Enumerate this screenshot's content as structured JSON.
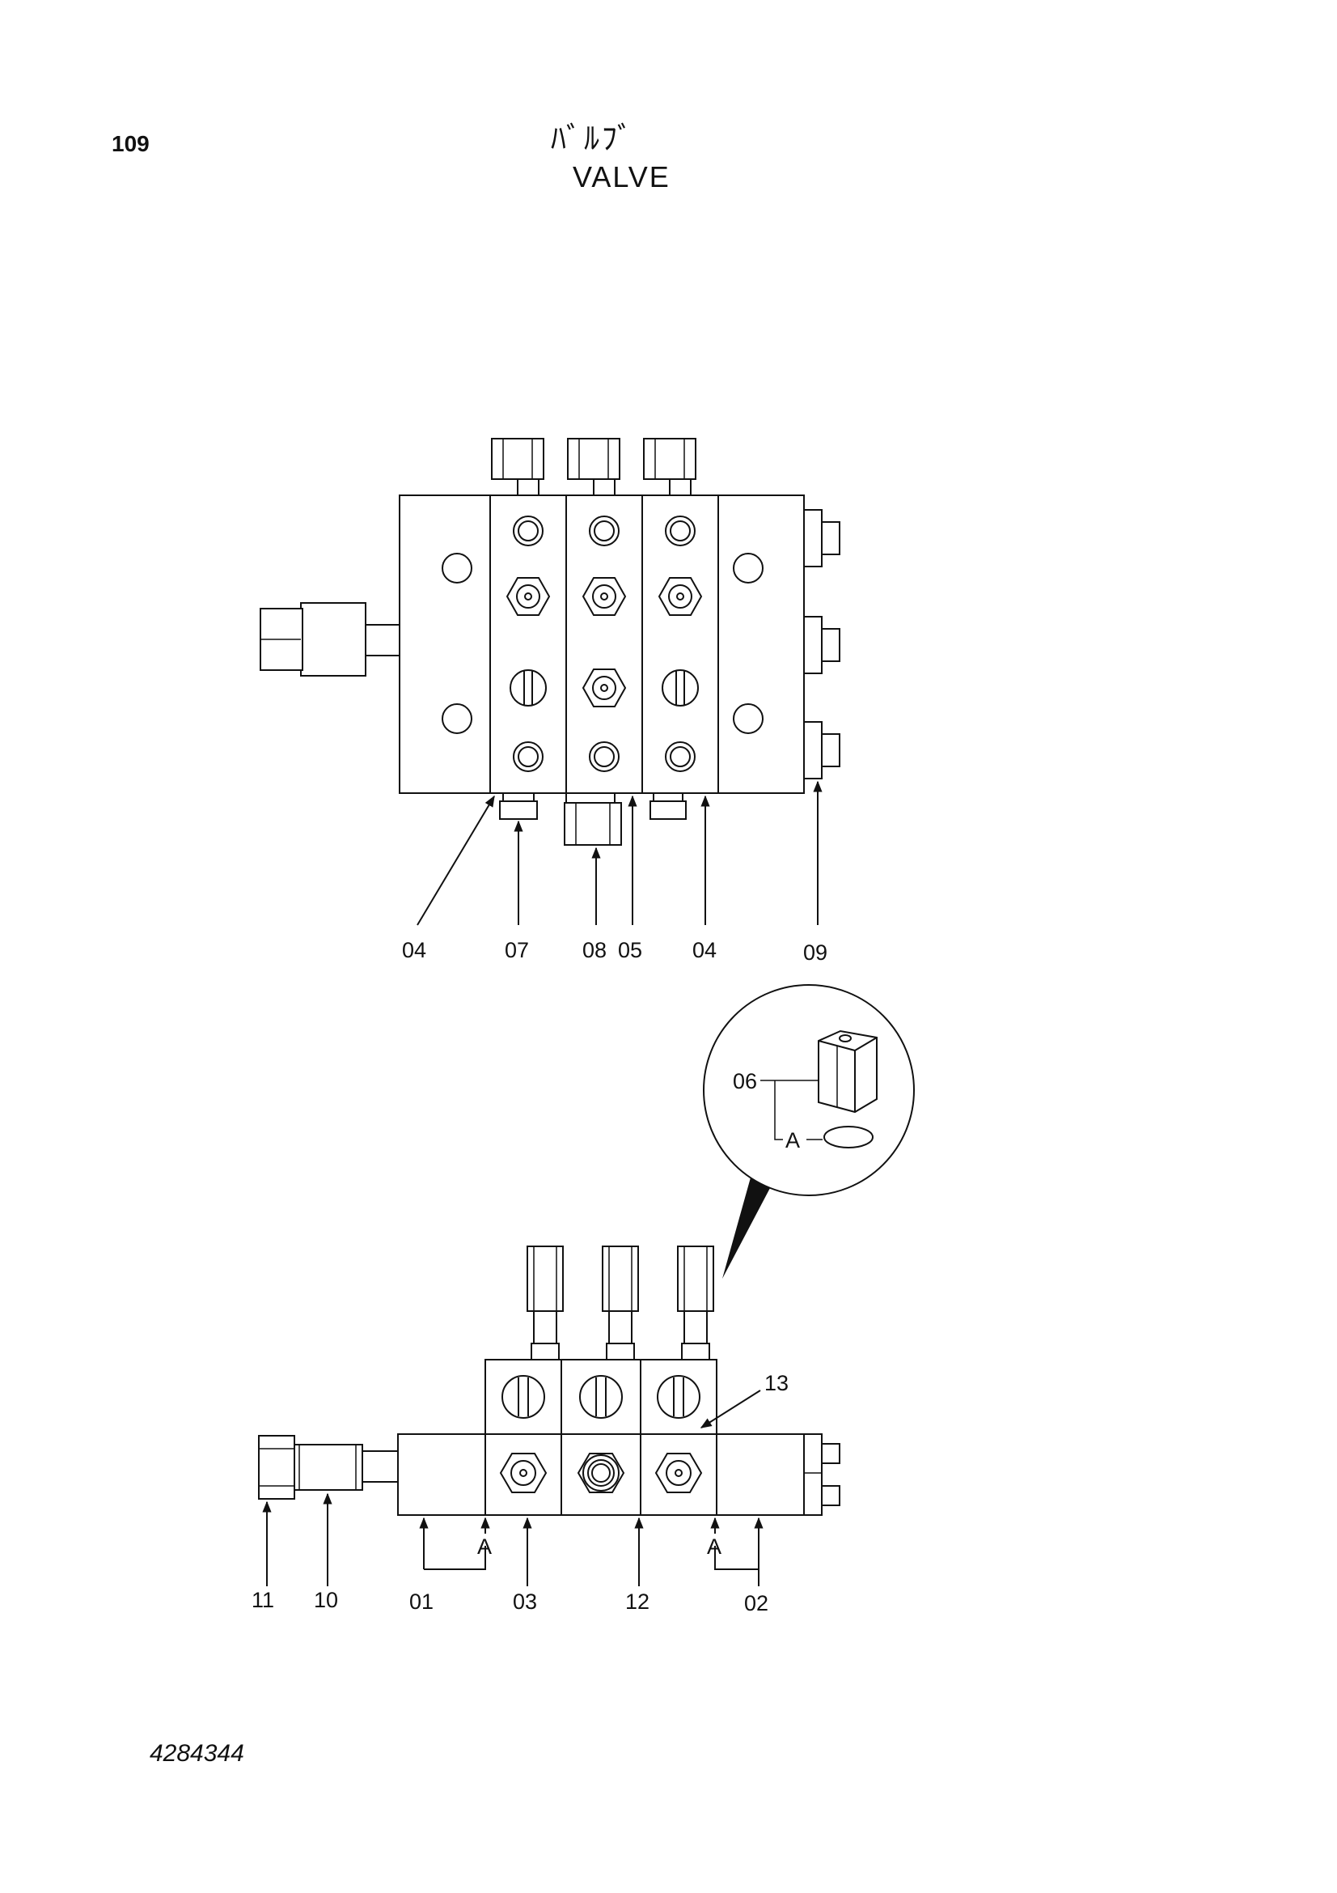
{
  "header": {
    "page_number": "109",
    "title_jp": "ﾊﾞﾙﾌﾞ",
    "title_en": "VALVE"
  },
  "footer": {
    "drawing_number": "4284344"
  },
  "top_view_callouts": {
    "c04a": "04",
    "c07": "07",
    "c08": "08",
    "c05": "05",
    "c04b": "04",
    "c09": "09"
  },
  "detail_callouts": {
    "c06": "06",
    "cA": "A"
  },
  "front_view_callouts": {
    "c13": "13",
    "c11": "11",
    "c10": "10",
    "c01": "01",
    "c03": "03",
    "c12": "12",
    "c02": "02",
    "cA1": "A",
    "cA2": "A"
  }
}
